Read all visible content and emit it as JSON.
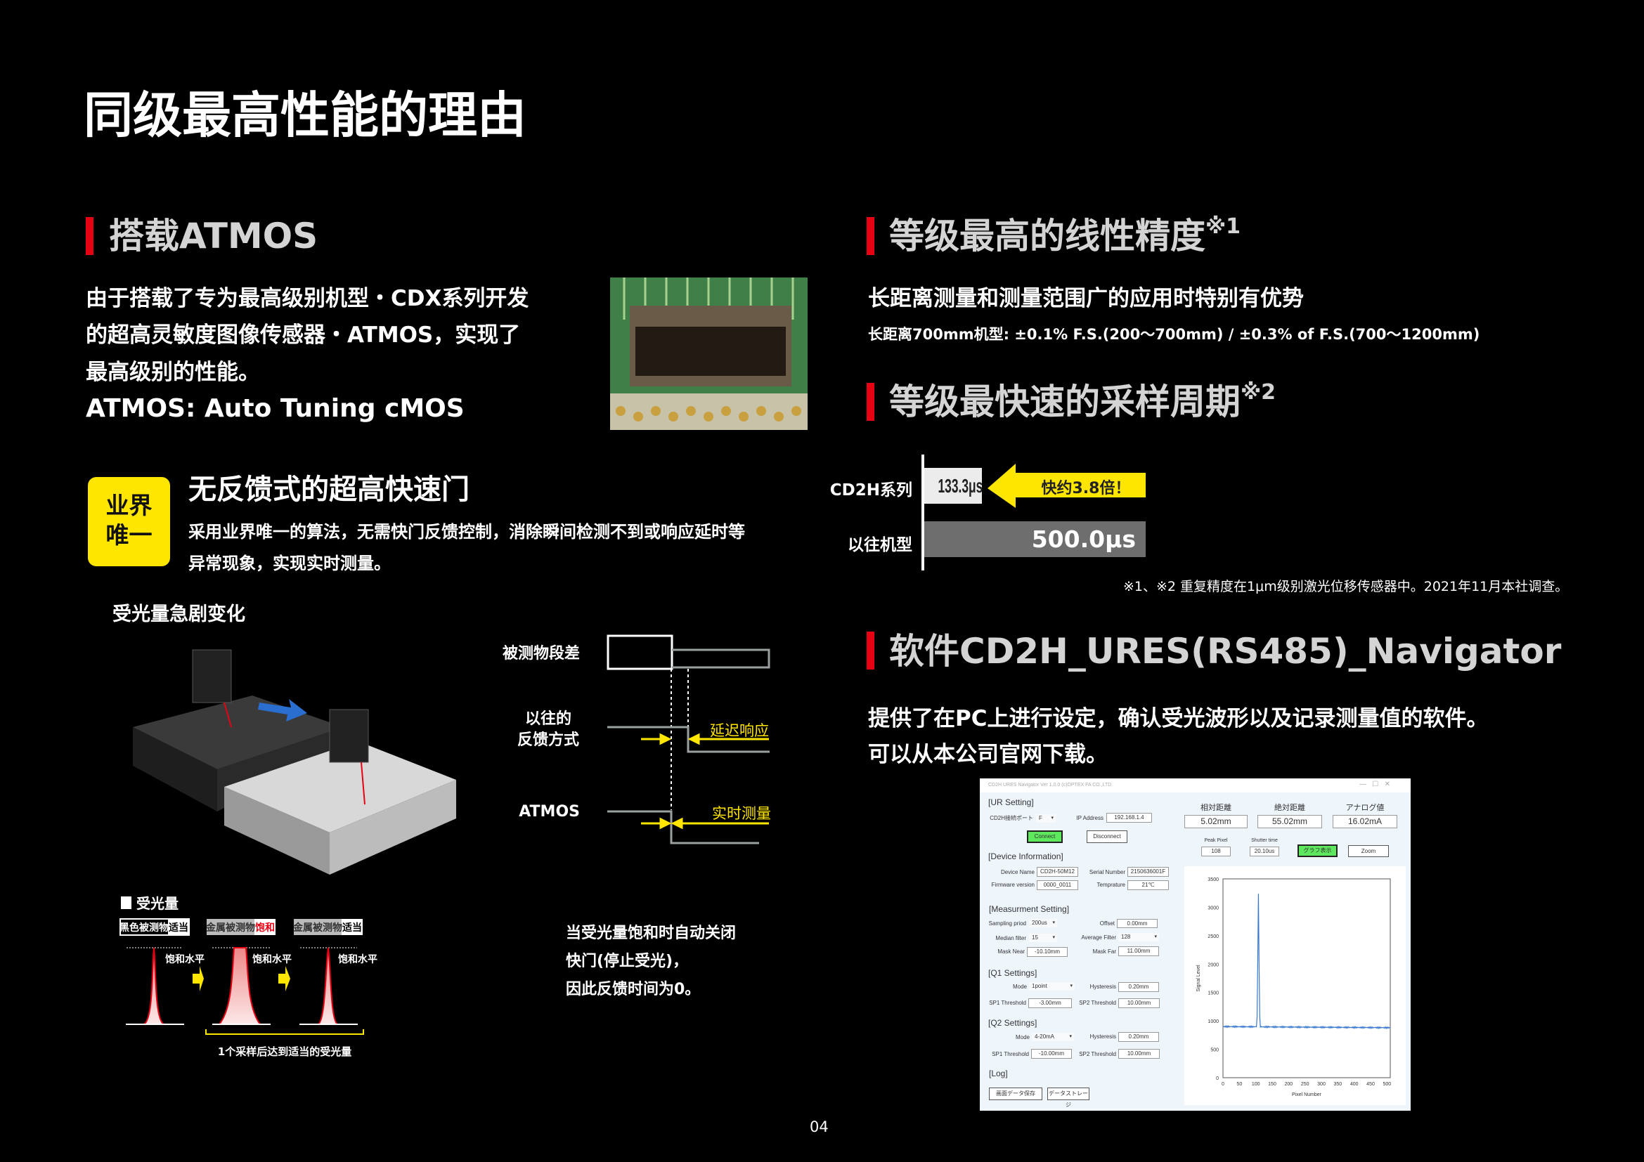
{
  "page_title": "同级最高性能的理由",
  "page_number": "04",
  "atmos": {
    "heading": "搭载ATMOS",
    "lines": [
      "由于搭载了专为最高级别机型・CDX系列开发",
      "的超高灵敏度图像传感器・ATMOS，实现了",
      "最高级别的性能。"
    ],
    "definition": "ATMOS: Auto Tuning cMOS"
  },
  "shutter": {
    "badge": [
      "业界",
      "唯一"
    ],
    "title": "无反馈式的超高快速门",
    "lines": [
      "采用业界唯一的算法，无需快门反馈控制，消除瞬间检测不到或响应延时等",
      "异常现象，实现实时测量。"
    ],
    "illustration_caption": "受光量急剧变化"
  },
  "timing": {
    "step_label": "被测物段差",
    "legacy_label": [
      "以往的",
      "反馈方式"
    ],
    "atmos_label": "ATMOS",
    "delay_label": "延迟响应",
    "realtime_label": "实时测量",
    "accent": "#ffe600"
  },
  "light": {
    "heading": "受光量",
    "panels": [
      {
        "object": "黑色被测物",
        "state": "适当",
        "level": "饱和水平"
      },
      {
        "object": "金属被测物",
        "state": "饱和",
        "level": "饱和水平"
      },
      {
        "object": "金属被测物",
        "state": "适当",
        "level": "饱和水平"
      }
    ],
    "bracket_caption": "1个采样后达到适当的受光量",
    "desc": [
      "当受光量饱和时自动关闭",
      "快门(停止受光)，",
      "因此反馈时间为0。"
    ],
    "saturated_color": "#e60012"
  },
  "linearity": {
    "heading": "等级最高的线性精度",
    "note_mark": "※1",
    "lead": "长距离测量和测量范围广的应用时特别有优势",
    "spec": "长距离700mm机型: ±0.1% F.S.(200～700mm) / ±0.3% of F.S.(700～1200mm)"
  },
  "sampling": {
    "heading": "等级最快速的采样周期",
    "note_mark": "※2",
    "rows": [
      {
        "label": "CD2H系列",
        "value": "133.3μs",
        "us": 133.3
      },
      {
        "label": "以往机型",
        "value": "500.0μs",
        "us": 500.0
      }
    ],
    "arrow_text": "快约3.8倍！",
    "footnote": "※1、※2 重复精度在1μm级别激光位移传感器中。2021年11月本社调查。"
  },
  "software": {
    "heading": "软件CD2H_URES(RS485)_Navigator",
    "lines": [
      "提供了在PC上进行设定，确认受光波形以及记录测量值的软件。",
      "可以从本公司官网下载。"
    ],
    "window": {
      "title": "CD2H URES Navigator Ver 1.0.0 (c)OPTEX FA CO.,LTD.",
      "ur": {
        "heading": "[UR Setting]",
        "port_label": "CD2H接続ポート",
        "port": "F",
        "ip_label": "IP Address",
        "ip": "192.168.1.4",
        "connect": "Connect",
        "disconnect": "Disconnect"
      },
      "dev": {
        "heading": "[Device Information]",
        "name_label": "Device Name",
        "name": "CD2H-50M12",
        "serial_label": "Serial Number",
        "serial": "2150636001F",
        "fw_label": "Firmware version",
        "fw": "0000_0011",
        "temp_label": "Temprature",
        "temp": "21℃"
      },
      "meas": {
        "heading": "[Measurment Setting]",
        "sp_label": "Sampling priod",
        "sp": "200us",
        "offset_label": "Offset",
        "offset": "0.00mm",
        "median_label": "Median filter",
        "median": "15",
        "avg_label": "Average Filter",
        "avg": "128",
        "near_label": "Mask Near",
        "near": "-10.10mm",
        "far_label": "Mask Far",
        "far": "11.00mm"
      },
      "q1": {
        "heading": "[Q1 Settings]",
        "mode_label": "Mode",
        "mode": "1point",
        "hys_label": "Hysteresis",
        "hys": "0.20mm",
        "sp1_label": "SP1 Threshold",
        "sp1": "-3.00mm",
        "sp2_label": "SP2 Threshold",
        "sp2": "10.00mm"
      },
      "q2": {
        "heading": "[Q2 Settings]",
        "mode_label": "Mode",
        "mode": "4-20mA",
        "hys_label": "Hysteresis",
        "hys": "0.20mm",
        "sp1_label": "SP1 Threshold",
        "sp1": "-10.00mm",
        "sp2_label": "SP2 Threshold",
        "sp2": "10.00mm"
      },
      "log": {
        "heading": "[Log]",
        "save": "画面データ保存",
        "storage": "データストレージ"
      },
      "readouts": [
        {
          "label": "相対距離",
          "value": "5.02mm"
        },
        {
          "label": "絶対距離",
          "value": "55.02mm"
        },
        {
          "label": "アナログ値",
          "value": "16.02mA"
        }
      ],
      "peak_label": "Peak Pixel",
      "peak": "108",
      "shutter_label": "Shutter time",
      "shutter": "20.10us",
      "graph_btn": "グラフ表示",
      "zoom_btn": "Zoom",
      "graph": {
        "type": "line",
        "xlabel": "Pixel Number",
        "ylabel": "Signal Level",
        "xlim": [
          0,
          510
        ],
        "ylim": [
          0,
          3500
        ],
        "xticks": [
          0,
          50,
          100,
          150,
          200,
          250,
          300,
          350,
          400,
          450,
          500
        ],
        "yticks": [
          0,
          500,
          1000,
          1500,
          2000,
          2500,
          3000,
          3500
        ],
        "baseline": 900,
        "peak_x": 108,
        "peak_y": 3230,
        "line_color": "#3a78d0"
      }
    }
  }
}
